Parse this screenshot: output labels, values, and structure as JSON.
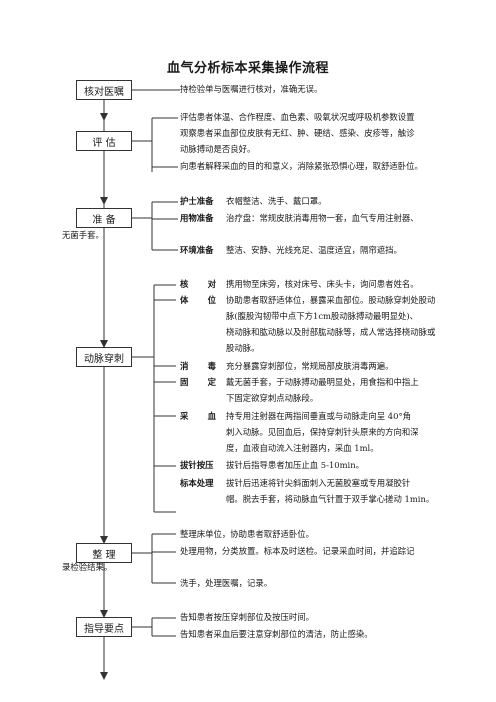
{
  "title": "血气分析标本采集操作流程",
  "steps": {
    "check_order": {
      "label": "核对医嘱",
      "text": "持检验单与医嘱进行核对，准确无误。"
    },
    "assess": {
      "label": "评  估",
      "lines": [
        "评估患者体温、合作程度、血色素、吸氧状况或呼吸机参数设置",
        "观察患者采血部位皮肤有无红、肿、硬结、感染、皮疹等，触诊",
        "动脉搏动是否良好。"
      ],
      "explain": "向患者解释采血的目的和意义，消除紧张恐惧心理，取舒适卧位。"
    },
    "prepare": {
      "label": "准  备",
      "nurse_key": "护士准备",
      "nurse_text": "衣帽整洁、洗手、戴口罩。",
      "items_key": "用物准备",
      "items_text": "治疗盘：常规皮肤消毒用物一套，血气专用注射器、",
      "items_cont": "无菌手套。",
      "env_key": "环境准备",
      "env_text": "整洁、安静、光线充足、温度适宜，隔帘遮挡。"
    },
    "puncture": {
      "label": "动脉穿刺",
      "verify_key": "核  对",
      "verify_text": "携用物至床旁，核对床号、床头卡，询问患者姓名。",
      "position_key": "体  位",
      "position_lines": [
        "协助患者取舒适体位，暴露采血部位。股动脉穿刺处股动",
        "脉(腹股沟韧带中点下方1cm股动脉搏动最明显处)、",
        "桡动脉和肱动脉以及肘部肱动脉等，成人常选择桡动脉或",
        "股动脉。"
      ],
      "disinfect_key": "消  毒",
      "disinfect_text": "充分暴露穿刺部位，常规局部皮肤消毒两遍。",
      "fix_key": "固  定",
      "fix_lines": [
        "戴无菌手套，于动脉搏动最明显处，用食指和中指上",
        "下固定欲穿刺点动脉段。"
      ],
      "draw_key": "采  血",
      "draw_lines": [
        "持专用注射器在两指间垂直或与动脉走向呈 40°角",
        "刺入动脉。见回血后，保持穿刺针头原来的方向和深",
        "度，血液自动流入注射器内，采血 1ml。"
      ],
      "press_key": "拔针按压",
      "press_text": "拔针后指导患者加压止血 5-10min。",
      "sample_key": "标本处理",
      "sample_lines": [
        "拔针后迅速将针尖斜面刺入无菌胶塞或专用凝胶针",
        "帽。脱去手套，将动脉血气针置于双手掌心搓动 1min。"
      ]
    },
    "tidy": {
      "label": "整  理",
      "line1": "整理床单位，协助患者取舒适卧位。",
      "line2": "处理用物，分类放置。标本及时送检。记录采血时间，并追踪记",
      "line2_cont": "录检验结果。",
      "line3": "洗手，处理医嘱，记录。"
    },
    "guide": {
      "label": "指导要点",
      "line1": "告知患者按压穿刺部位及按压时间。",
      "line2": "告知患者采血后要注意穿刺部位的清洁，防止感染。"
    }
  }
}
